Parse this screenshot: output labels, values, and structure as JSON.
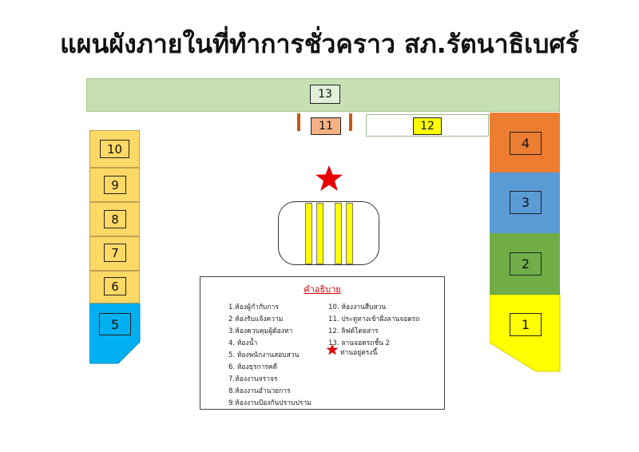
{
  "title": "แผนผังภายในที่ทำการชั่วคราว สภ.รัตนาธิเบศร์",
  "rooms": {
    "r1": "1",
    "r2": "2",
    "r3": "3",
    "r4": "4",
    "r5": "5",
    "r6": "6",
    "r7": "7",
    "r8": "8",
    "r9": "9",
    "r10": "10",
    "r11": "11",
    "r12": "12",
    "r13": "13"
  },
  "legend": {
    "title": "คำอธิบาย",
    "left": [
      "1.ห้องผู้กำกับการ",
      "2 ห้องรับแจ้งความ",
      "3.ห้องควบคุมผู้ต้องหา",
      "4. ห้องน้ำ",
      "5. ห้องพนักงานสอบสวน",
      "6. ห้องธุรการคดี",
      "7.ห้องงานจราจร",
      "8.ห้องงานอำนวยการ",
      "9.ห้องงานป้องกันปราบปราม"
    ],
    "right": [
      "10. ห้องงานสืบสวน",
      "11. ประตูทางเข้าฝั่งลานจอดรถ",
      "12. ลิฟต์โดยสาร",
      "13. ลานจอดรถชั้น 2"
    ],
    "you_are_here": "ท่านอยู่ตรงนี้"
  },
  "colors": {
    "green_strip": "#c6e0b4",
    "left_rooms": "#ffd966",
    "room5": "#00b0f0",
    "room4": "#ed7d31",
    "room3": "#5b9bd5",
    "room2": "#70ad47",
    "room1": "#ffff00",
    "door": "#c55a11",
    "star": "#e60000"
  }
}
